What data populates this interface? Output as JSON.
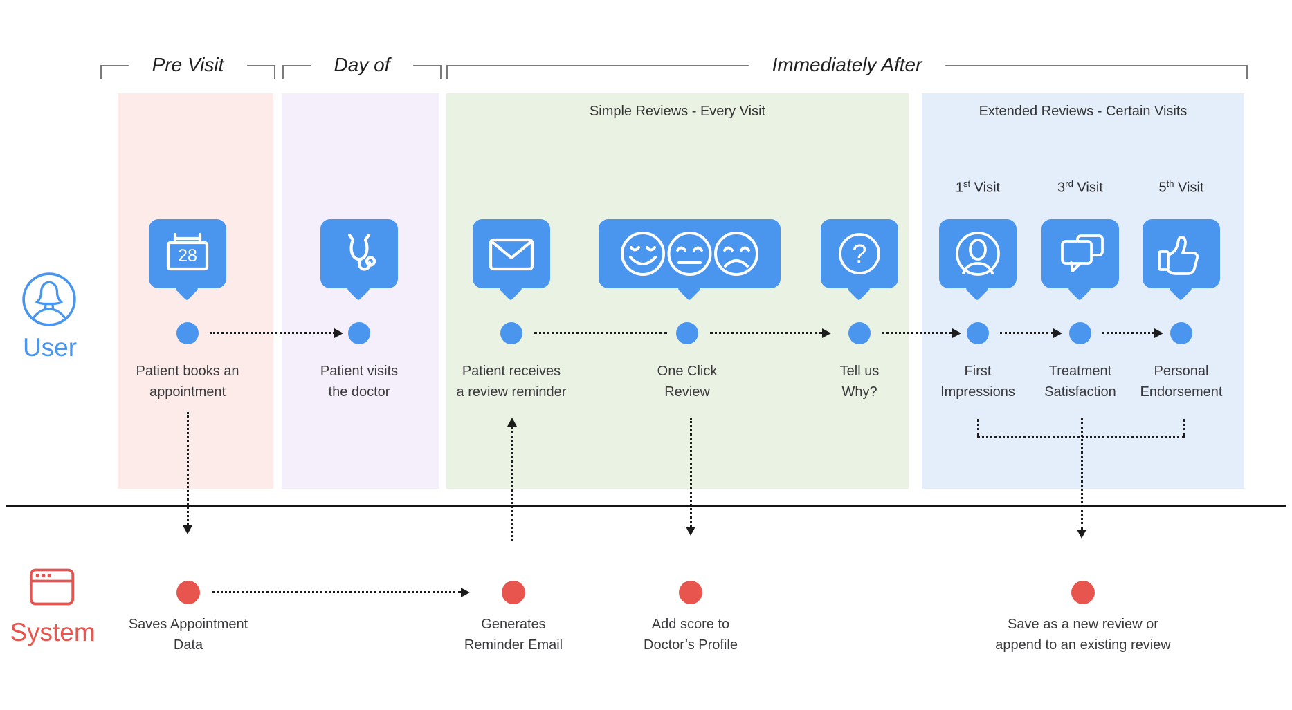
{
  "colors": {
    "accent_blue": "#4a96ef",
    "accent_red": "#e8544e",
    "lane_pre_visit_bg": "#fcebe9",
    "lane_day_of_bg": "#f5eefb",
    "lane_simple_reviews_bg": "#eaf2e3",
    "lane_extended_reviews_bg": "#e4eefb"
  },
  "phase_headers": {
    "pre_visit": "Pre Visit",
    "day_of": "Day of",
    "immediately_after": "Immediately After"
  },
  "section_titles": {
    "simple": "Simple Reviews - Every Visit",
    "extended": "Extended Reviews - Certain Visits"
  },
  "visit_tags": [
    {
      "num": "1",
      "sup": "st",
      "rest": " Visit"
    },
    {
      "num": "3",
      "sup": "rd",
      "rest": " Visit"
    },
    {
      "num": "5",
      "sup": "th",
      "rest": " Visit"
    }
  ],
  "lanes": {
    "user": "User",
    "system": "System"
  },
  "user_steps": [
    {
      "icon": "calendar-icon",
      "line1": "Patient books an",
      "line2": "appointment"
    },
    {
      "icon": "stethoscope-icon",
      "line1": "Patient visits",
      "line2": "the doctor"
    },
    {
      "icon": "envelope-icon",
      "line1": "Patient receives",
      "line2": "a review reminder"
    },
    {
      "icon": "emoji-scale-icon",
      "line1": "One Click",
      "line2": "Review"
    },
    {
      "icon": "question-icon",
      "line1": "Tell us",
      "line2": "Why?"
    },
    {
      "icon": "portrait-icon",
      "line1": "First",
      "line2": "Impressions"
    },
    {
      "icon": "chat-bubbles-icon",
      "line1": "Treatment",
      "line2": "Satisfaction"
    },
    {
      "icon": "thumbs-up-icon",
      "line1": "Personal",
      "line2": "Endorsement"
    }
  ],
  "system_steps": [
    {
      "line1": "Saves Appointment",
      "line2": "Data"
    },
    {
      "line1": "Generates",
      "line2": "Reminder Email"
    },
    {
      "line1": "Add score to",
      "line2": "Doctor’s Profile"
    },
    {
      "line1": "Save as a new review or",
      "line2": "append to an existing review"
    }
  ],
  "glyphs": {
    "calendar_day": "28",
    "question_mark": "?"
  }
}
